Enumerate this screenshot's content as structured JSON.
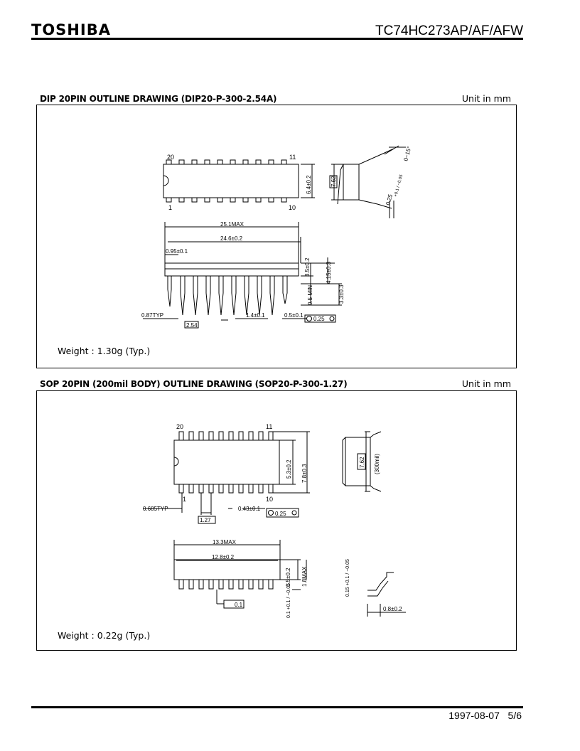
{
  "header": {
    "logo": "TOSHIBA",
    "part_number": "TC74HC273AP/AF/AFW"
  },
  "dip": {
    "title": "DIP 20PIN OUTLINE DRAWING (DIP20-P-300-2.54A)",
    "unit": "Unit in mm",
    "weight": "Weight : 1.30g (Typ.)",
    "pin_20": "20",
    "pin_11": "11",
    "pin_1": "1",
    "pin_10": "10",
    "dims": {
      "width": "6.4±0.2",
      "row_spacing": "7.62",
      "angle": "0~15°",
      "lead_thick": "0.25",
      "lead_thick_tol": "+0.1 / −0.05",
      "max_len": "25.1MAX",
      "body_len": "24.6±0.2",
      "end_offset": "0.95±0.1",
      "body_h": "3.5±0.2",
      "total_h": "4.15±0.3",
      "seat_min": "0.5 MIN",
      "lead_len": "3.3±0.3",
      "shoulder": "0.87TYP",
      "pitch": "2.54",
      "lead_w_wide": "1.4±0.1",
      "lead_w": "0.5±0.1",
      "tol_pos": "0.25"
    }
  },
  "sop": {
    "title": "SOP 20PIN (200mil BODY) OUTLINE DRAWING (SOP20-P-300-1.27)",
    "unit": "Unit in mm",
    "weight": "Weight : 0.22g (Typ.)",
    "pin_20": "20",
    "pin_11": "11",
    "pin_1": "1",
    "pin_10": "10",
    "dims": {
      "body_w": "5.3±0.2",
      "total_w": "7.8±0.3",
      "row_spacing": "7.62",
      "mil": "(300mil)",
      "lead_end": "0.685TYP",
      "pitch": "1.27",
      "lead_w": "0.43±0.1",
      "tol_pos": "0.25",
      "max_len": "13.3MAX",
      "body_len": "12.8±0.2",
      "body_h": "1.5±0.2",
      "max_h": "1.8MAX",
      "standoff": "0.1 +0.1 / −0.05",
      "coplanar": "0.1",
      "lead_thick": "0.15 +0.1 / −0.05",
      "foot": "0.8±0.2"
    }
  },
  "footer": {
    "date_page": "1997-08-07   5/6"
  }
}
